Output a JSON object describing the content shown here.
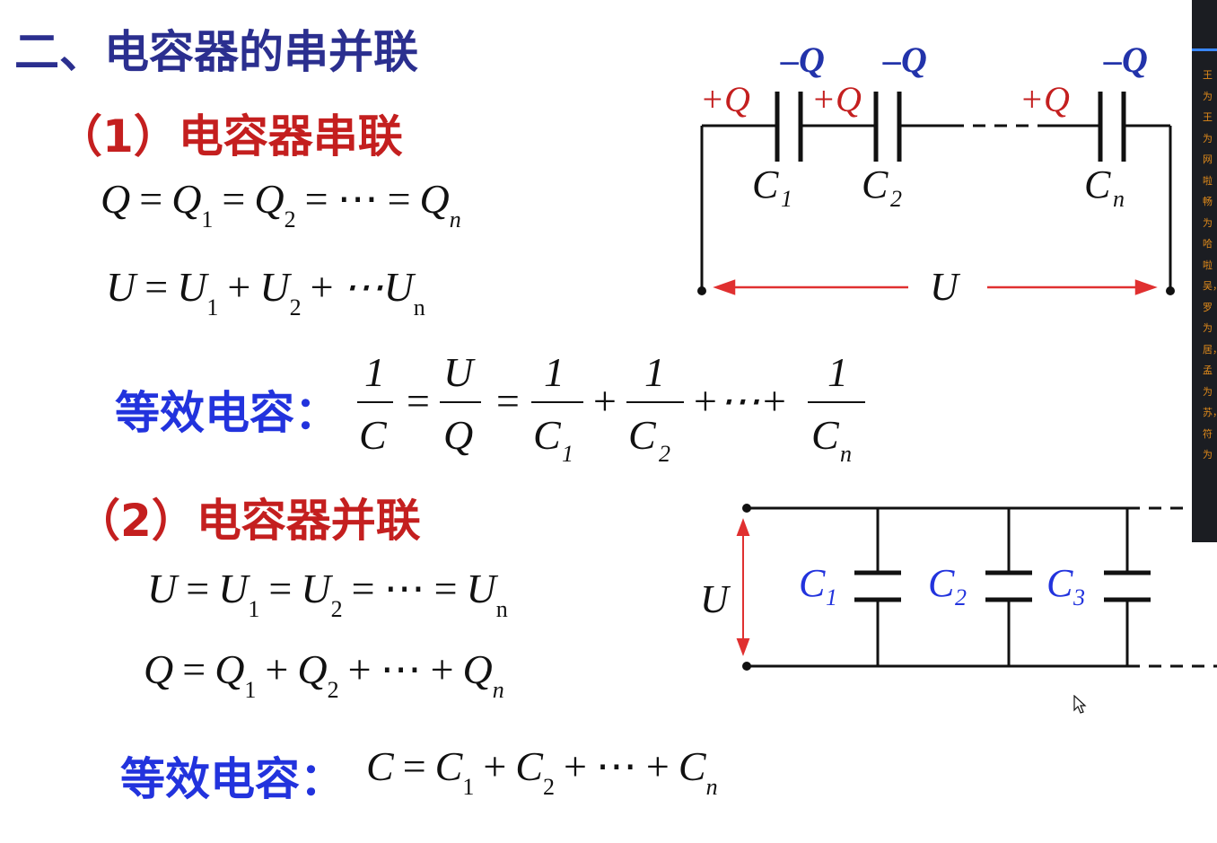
{
  "title": "二、电容器的串并联",
  "section1": {
    "heading": "（1）电容器串联",
    "q_eq": {
      "lhs": "Q",
      "terms": [
        "Q",
        "Q",
        "⋯",
        "Q"
      ],
      "subs": [
        "1",
        "2",
        "",
        "n"
      ]
    },
    "u_eq": {
      "lhs": "U",
      "terms": [
        "U",
        "U",
        "⋯U"
      ],
      "subs": [
        "1",
        "2",
        "n"
      ]
    },
    "equiv_label": "等效电容：",
    "equiv_formula": {
      "lhs_num": "1",
      "lhs_den": "C",
      "mid_num": "U",
      "mid_den": "Q",
      "t1_num": "1",
      "t1_den": "C",
      "t1_sub": "1",
      "t2_num": "1",
      "t2_den": "C",
      "t2_sub": "2",
      "dots": "+⋯+",
      "tn_num": "1",
      "tn_den": "C",
      "tn_sub": "n"
    },
    "diagram": {
      "plus_q": "+Q",
      "minus_q": "–Q",
      "caps": [
        {
          "letter": "C",
          "sub": "1"
        },
        {
          "letter": "C",
          "sub": "2"
        },
        {
          "letter": "C",
          "sub": "n"
        }
      ],
      "voltage": "U"
    }
  },
  "section2": {
    "heading": "（2）电容器并联",
    "u_eq": {
      "lhs": "U",
      "terms": [
        "U",
        "U",
        "⋯",
        "U"
      ],
      "subs": [
        "1",
        "2",
        "",
        "n"
      ]
    },
    "q_eq": {
      "lhs": "Q",
      "terms": [
        "Q",
        "Q",
        "⋯",
        "Q"
      ],
      "subs": [
        "1",
        "2",
        "",
        "n"
      ]
    },
    "equiv_label": "等效电容：",
    "equiv_formula": {
      "lhs": "C",
      "terms": [
        "C",
        "C",
        "⋯",
        "C"
      ],
      "subs": [
        "1",
        "2",
        "",
        "n"
      ]
    },
    "diagram": {
      "caps": [
        {
          "letter": "C",
          "sub": "1"
        },
        {
          "letter": "C",
          "sub": "2"
        },
        {
          "letter": "C",
          "sub": "3"
        }
      ],
      "voltage": "U"
    }
  },
  "side_panel": {
    "glyphs": "王为王为网啦畅为哈啦吴，罗为居，孟为苏，符为"
  },
  "colors": {
    "title": "#2b2f8f",
    "section": "#c41f1f",
    "equiv_label": "#2233dd",
    "charge_plus": "#c41f1f",
    "charge_minus": "#2233aa",
    "arrow": "#e03030",
    "parallel_caps": "#2233dd"
  }
}
